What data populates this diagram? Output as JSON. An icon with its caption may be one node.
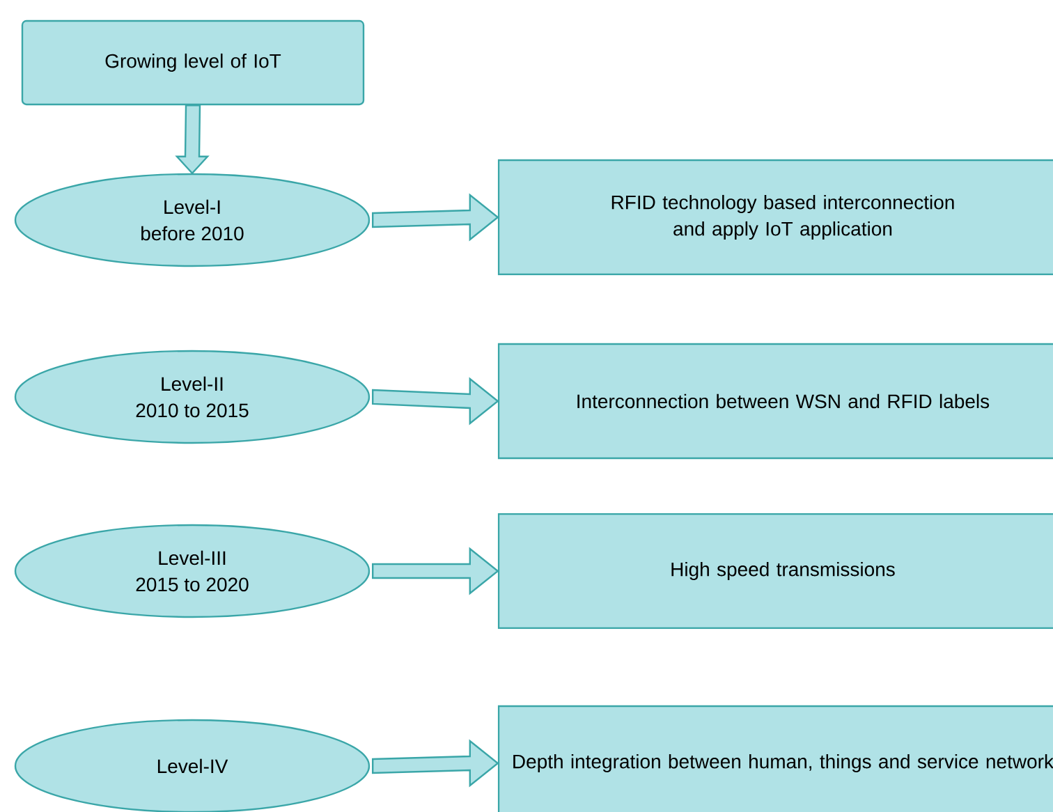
{
  "diagram": {
    "nodes": [
      {
        "text": [
          "Growing level of IoT"
        ]
      },
      {
        "text": [
          "Level-I",
          "before 2010"
        ]
      },
      {
        "text": [
          "RFID technology based interconnection and apply IoT application"
        ]
      },
      {
        "text": [
          "Level-II",
          "2010 to 2015"
        ]
      },
      {
        "text": [
          "Interconnection between WSN and RFID labels"
        ]
      },
      {
        "text": [
          "Level-III",
          "2015 to 2020"
        ]
      },
      {
        "text": [
          "High speed transmissions"
        ]
      },
      {
        "text": [
          "Level-IV"
        ]
      },
      {
        "text": [
          "Depth integration between human, things and service network"
        ]
      }
    ],
    "edges": [
      {
        "from": 0,
        "to": 1,
        "arrow": "to"
      },
      {
        "from": 1,
        "to": 2,
        "arrow": "to"
      },
      {
        "from": 3,
        "to": 4,
        "arrow": "to"
      },
      {
        "from": 5,
        "to": 6,
        "arrow": "to"
      },
      {
        "from": 7,
        "to": 8,
        "arrow": "to"
      }
    ]
  }
}
